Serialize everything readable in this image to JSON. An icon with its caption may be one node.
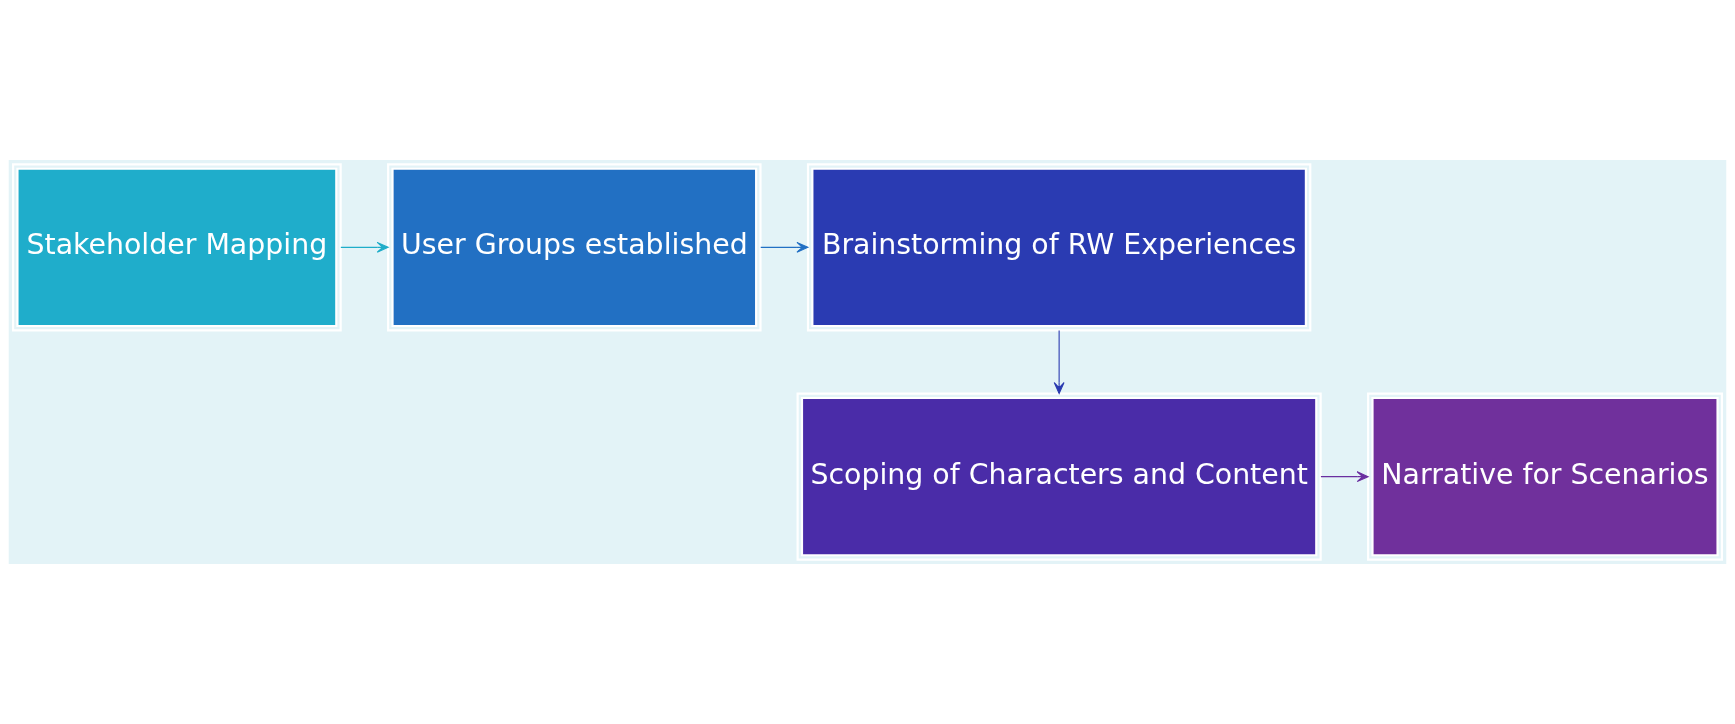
{
  "diagram": {
    "nodes": [
      {
        "text": [
          "Stakeholder Mapping"
        ]
      },
      {
        "text": [
          "User Groups established"
        ]
      },
      {
        "text": [
          "Brainstorming of RW Experiences"
        ]
      },
      {
        "text": [
          "Scoping of Characters and Content"
        ]
      },
      {
        "text": [
          "Narrative for Scenarios"
        ]
      }
    ],
    "edges": [
      {
        "from": 0,
        "to": 1,
        "arrow": "to",
        "color": "#1fadc9"
      },
      {
        "from": 1,
        "to": 2,
        "arrow": "to",
        "color": "#2270c4"
      },
      {
        "from": 2,
        "to": 3,
        "arrow": "to",
        "color": "#2a3ab0"
      },
      {
        "from": 3,
        "to": 4,
        "arrow": "to",
        "color": "#6a2fa0"
      }
    ]
  }
}
